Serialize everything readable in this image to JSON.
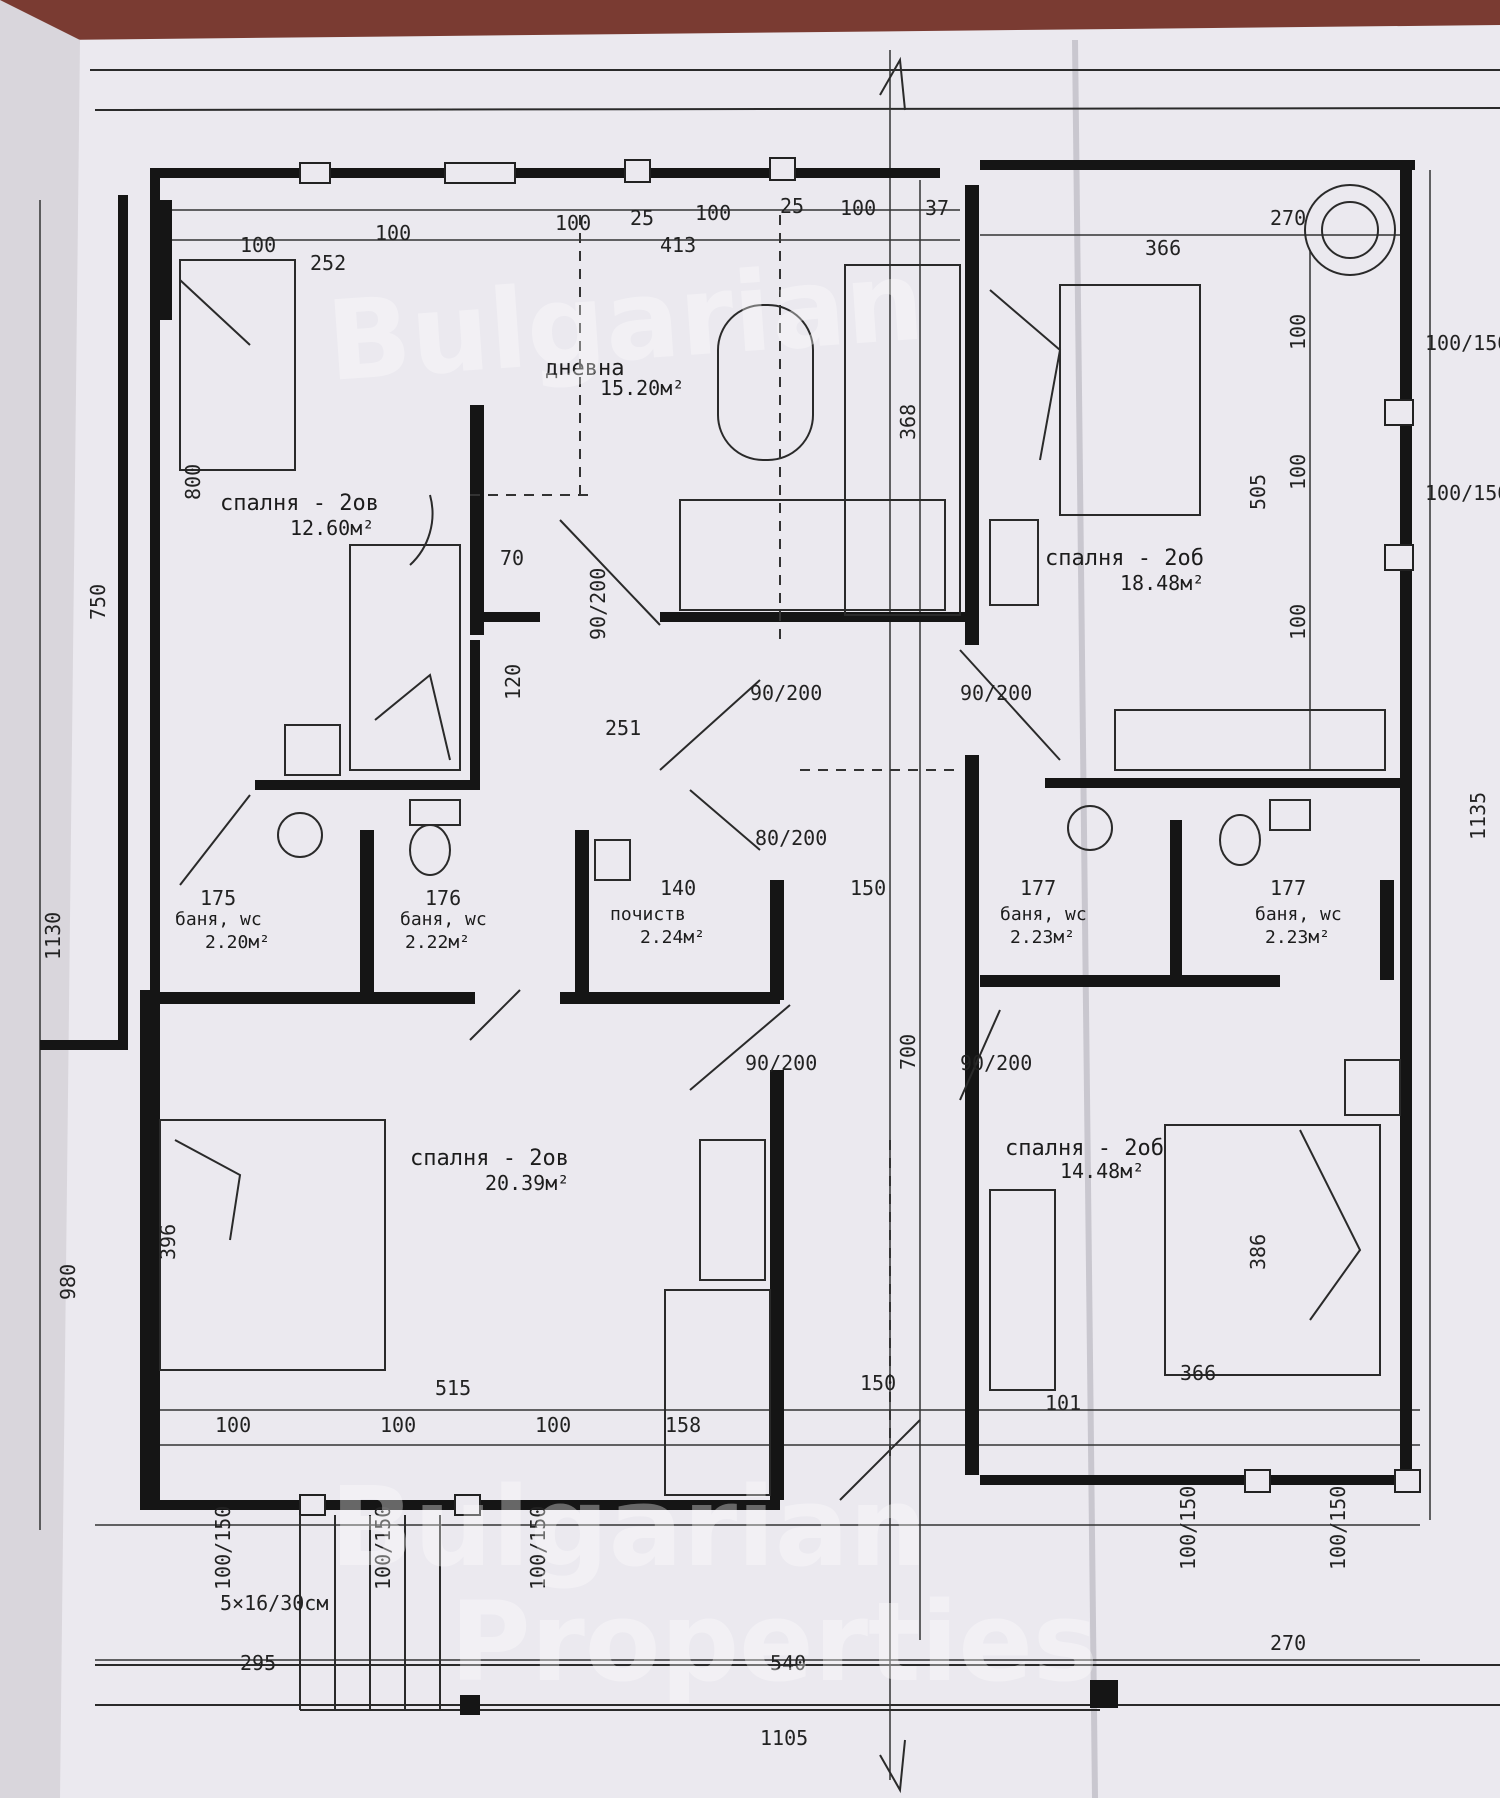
{
  "plan": {
    "rooms": [
      {
        "id": "bedroom-nw",
        "name": "спалня - 2ов",
        "area": "12.60м²"
      },
      {
        "id": "living",
        "name": "дневна",
        "area": "15.20м²"
      },
      {
        "id": "bedroom-ne",
        "name": "спалня - 2об",
        "area": "18.48м²"
      },
      {
        "id": "bath-1",
        "name": "баня, wc",
        "area": "2.20м²"
      },
      {
        "id": "bath-2",
        "name": "баня, wc",
        "area": "2.22м²"
      },
      {
        "id": "storage",
        "name": "почиств",
        "area": "2.24м²"
      },
      {
        "id": "bath-3",
        "name": "баня, wc",
        "area": "2.23м²"
      },
      {
        "id": "bath-4",
        "name": "баня, wc",
        "area": "2.23м²"
      },
      {
        "id": "bedroom-sw",
        "name": "спалня - 2ов",
        "area": "20.39м²"
      },
      {
        "id": "bedroom-se",
        "name": "спалня - 2об",
        "area": "14.48м²"
      }
    ],
    "dimensions": {
      "top_total": "413",
      "top_a": "100",
      "top_b": "100",
      "top_c": "100",
      "top_d": "100",
      "top_e": "100",
      "top_25a": "25",
      "top_25b": "25",
      "top_252": "252",
      "top_37": "37",
      "top_right_270": "270",
      "top_right_366": "366",
      "left_750": "750",
      "left_1130": "1130",
      "left_980": "980",
      "right_1135": "1135",
      "right_505": "505",
      "right_100a": "100",
      "right_100b": "100",
      "right_100c": "100",
      "mid_368": "368",
      "mid_251": "251",
      "mid_700": "700",
      "mid_120": "120",
      "mid_70": "70",
      "bath_175": "175",
      "bath_176": "176",
      "bath_140": "140",
      "bath_150": "150",
      "bath_177a": "177",
      "bath_177b": "177",
      "bottom_515": "515",
      "bottom_150": "150",
      "bottom_366": "366",
      "bottom_100a": "100",
      "bottom_100b": "100",
      "bottom_100c": "100",
      "bottom_158": "158",
      "bottom_101": "101",
      "base_295": "295",
      "base_540": "540",
      "base_270": "270",
      "base_1105": "1105",
      "stairs": "5×16/30см",
      "door_90_200_a": "90/200",
      "door_90_200_b": "90/200",
      "door_90_200_c": "90/200",
      "door_90_200_d": "90/200",
      "door_90_200_e": "90/200",
      "door_80_200": "80/200",
      "win_100_150_a": "100/150",
      "win_100_150_b": "100/150",
      "win_100_150_c": "100/150",
      "win_100_150_d": "100/150",
      "win_100_150_e": "100/150",
      "win_100_150_f": "100/150",
      "win_100_150_g": "100/150",
      "diag_396": "396",
      "diag_386": "386",
      "val_800": "800"
    },
    "watermark": {
      "line1": "Bulgarian",
      "line2": "Properties"
    }
  }
}
